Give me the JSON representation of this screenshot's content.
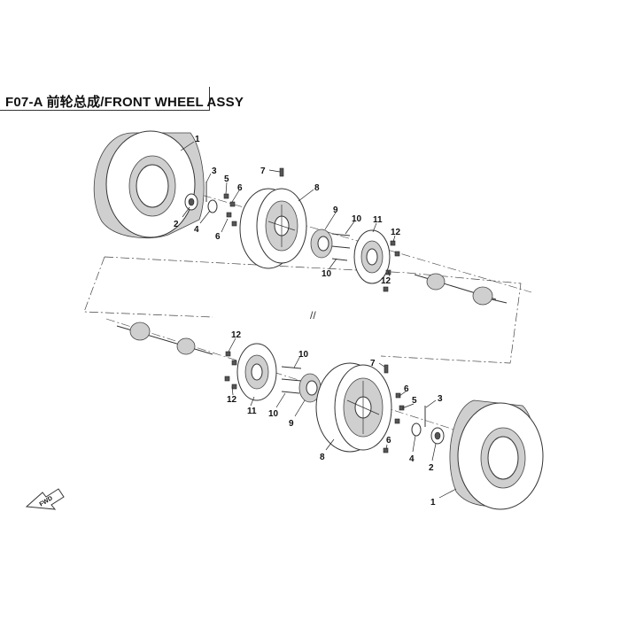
{
  "header": {
    "title": "F07-A 前轮总成/FRONT WHEEL ASSY"
  },
  "fwd_label": "FWD",
  "callouts": {
    "upper": [
      "1",
      "2",
      "3",
      "4",
      "5",
      "6",
      "6",
      "7",
      "8",
      "9",
      "10",
      "10",
      "11",
      "12",
      "12"
    ],
    "lower": [
      "12",
      "12",
      "11",
      "10",
      "10",
      "9",
      "8",
      "7",
      "6",
      "6",
      "5",
      "4",
      "3",
      "2",
      "1"
    ]
  }
}
